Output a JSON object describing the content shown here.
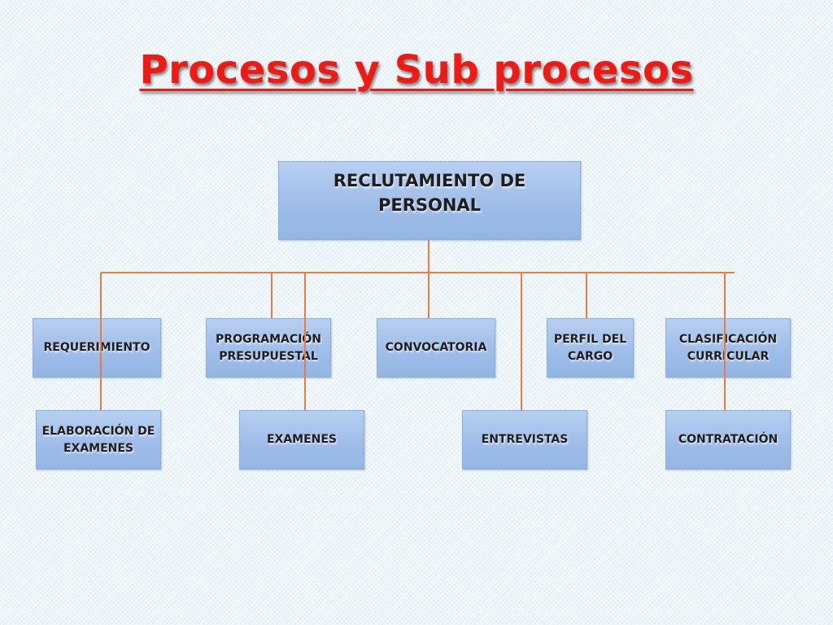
{
  "title": "Procesos y Sub procesos",
  "colors": {
    "title": "#f01a14",
    "connector": "#ec7b3c",
    "box_fill": "#a4c2ec",
    "box_border": "#8eaed8"
  },
  "root": {
    "label": "RECLUTAMIENTO DE PERSONAL"
  },
  "row1": [
    {
      "label": "REQUERIMIENTO"
    },
    {
      "label": "PROGRAMACIÓN PRESUPUESTAL"
    },
    {
      "label": "CONVOCATORIA"
    },
    {
      "label": "PERFIL DEL CARGO"
    },
    {
      "label": "CLASIFICACIÓN CURRICULAR"
    }
  ],
  "row2": [
    {
      "label": "ELABORACIÓN DE EXAMENES"
    },
    {
      "label": "EXAMENES"
    },
    {
      "label": "ENTREVISTAS"
    },
    {
      "label": "CONTRATACIÓN"
    }
  ]
}
